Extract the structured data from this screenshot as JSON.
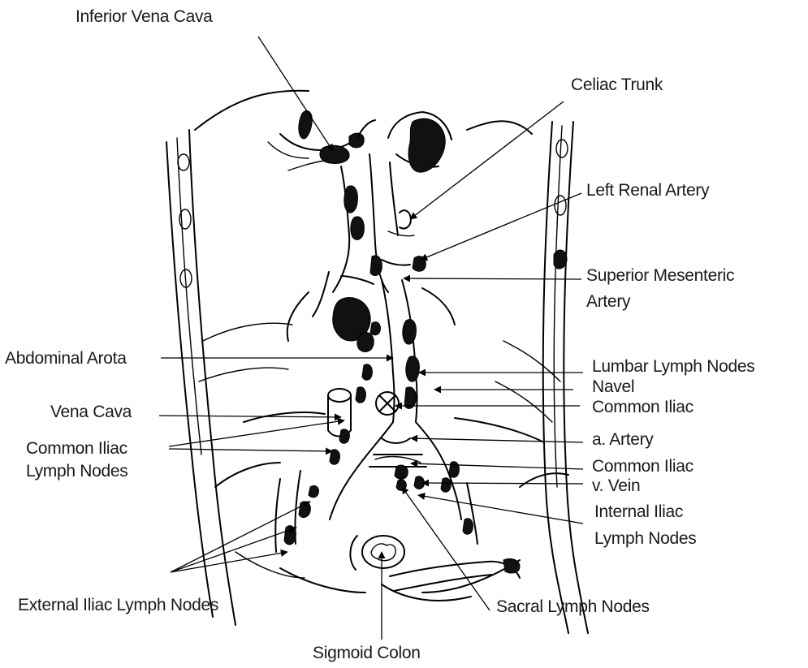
{
  "labels": {
    "inferior_vena_cava": "Inferior Vena Cava",
    "celiac_trunk": "Celiac Trunk",
    "left_renal_artery": "Left Renal Artery",
    "superior_mesenteric_1": "Superior Mesenteric",
    "superior_mesenteric_2": "Artery",
    "abdominal_aorta": "Abdominal Arota",
    "lumbar_lymph_nodes": "Lumbar Lymph Nodes",
    "navel": "Navel",
    "vena_cava": "Vena Cava",
    "common_iliac_1": "Common Iliac",
    "common_iliac_lymph_1": "Common Iliac",
    "common_iliac_lymph_2": "Lymph Nodes",
    "a_artery": "a. Artery",
    "common_iliac_2": "Common Iliac",
    "v_vein": "v. Vein",
    "internal_iliac_1": "Internal Iliac",
    "internal_iliac_2": "Lymph Nodes",
    "external_iliac": "External Iliac Lymph Nodes",
    "sacral_lymph_nodes": "Sacral Lymph Nodes",
    "sigmoid_colon": "Sigmoid Colon"
  }
}
